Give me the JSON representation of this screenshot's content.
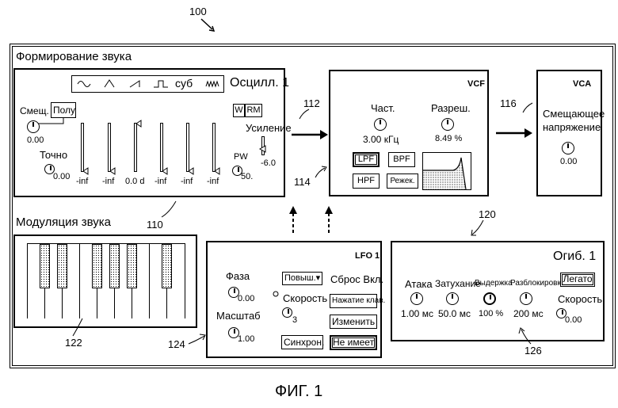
{
  "figure": {
    "ref_main": "100",
    "caption": "ФИГ. 1",
    "refs": {
      "r110": "110",
      "r112": "112",
      "r114": "114",
      "r116": "116",
      "r120": "120",
      "r122": "122",
      "r124": "124",
      "r126": "126"
    }
  },
  "sound_shaping": {
    "title": "Формирование звука",
    "osc": {
      "title": "Осцилл. 1",
      "sub_label": "суб",
      "offset_label": "Смещ.",
      "poly_label": "Полу",
      "offset_value": "0.00",
      "fine_label": "Точно",
      "fine_value": "0.00",
      "sliders": [
        "-inf",
        "-inf",
        "0.0 d",
        "-inf",
        "-inf",
        "-inf"
      ],
      "w_label": "W",
      "rm_label": "RM",
      "gain_label": "Усиление",
      "gain_value": "-6.0",
      "pw_label": "PW",
      "pw_value": "50."
    },
    "vcf": {
      "title": "VCF",
      "freq_label": "Част.",
      "freq_value": "3.00 кГц",
      "res_label": "Разреш.",
      "res_value": "8.49 %",
      "lpf": "LPF",
      "bpf": "BPF",
      "hpf": "HPF",
      "notch": "Режек."
    },
    "vca": {
      "title": "VCA",
      "bias_label_1": "Смещающее",
      "bias_label_2": "напряжение",
      "bias_value": "0.00"
    }
  },
  "sound_modulation": {
    "title": "Модуляция звука",
    "lfo": {
      "title": "LFO 1",
      "phase_label": "Фаза",
      "phase_value": "0.00",
      "scale_label": "Масштаб",
      "scale_value": "1.00",
      "direction_select": "Повыш.▾",
      "reset_label": "Сброс Вкл.",
      "speed_label": "Скорость",
      "speed_value": "3",
      "keypress_button": "Нажатие клав.",
      "change_button": "Изменить",
      "sync_button": "Синхрон.",
      "none_button": "Не имеет"
    },
    "env": {
      "title": "Огиб. 1",
      "attack_label": "Атака",
      "attack_value": "1.00 мс",
      "decay_label": "Затухание",
      "decay_value": "50.0 мс",
      "sustain_label": "Выдержка",
      "sustain_value": "100 %",
      "release_label": "Разблокировка",
      "release_value": "200 мс",
      "legato_button": "Легато",
      "velocity_label": "Скорость",
      "velocity_value": "0.00"
    }
  }
}
